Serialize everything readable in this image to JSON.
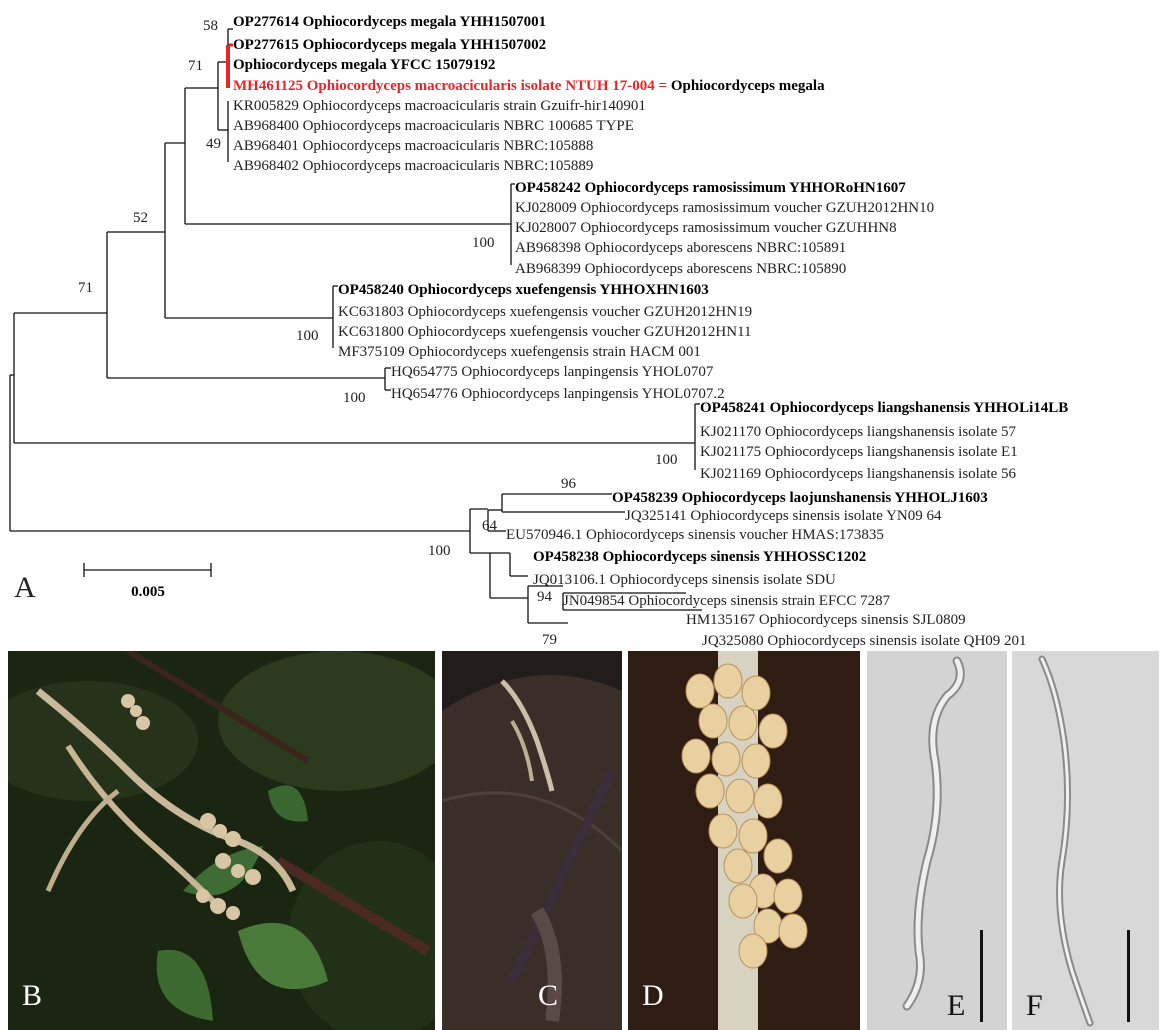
{
  "tree": {
    "panel_label": "A",
    "scale_label": "0.005",
    "leaves": [
      {
        "id": "OP277614",
        "text": "OP277614 Ophiocordyceps megala YHH1507001",
        "style": "bold"
      },
      {
        "id": "OP277615",
        "text": "OP277615 Ophiocordyceps megala YHH1507002",
        "style": "bold"
      },
      {
        "id": "YFCC15079192",
        "text": "Ophiocordyceps megala YFCC 15079192",
        "style": "bold"
      },
      {
        "id": "MH461125",
        "text": "MH461125 Ophiocordyceps macroacicularis isolate NTUH 17-004 =",
        "style": "red",
        "suffix": "Ophiocordyceps megala"
      },
      {
        "id": "KR005829",
        "text": "KR005829 Ophiocordyceps macroacicularis strain Gzuifr-hir140901",
        "style": "normal"
      },
      {
        "id": "AB968400",
        "text": "AB968400 Ophiocordyceps macroacicularis NBRC 100685 TYPE",
        "style": "normal"
      },
      {
        "id": "AB968401",
        "text": "AB968401 Ophiocordyceps macroacicularis NBRC:105888",
        "style": "normal"
      },
      {
        "id": "AB968402",
        "text": "AB968402 Ophiocordyceps macroacicularis NBRC:105889",
        "style": "normal"
      },
      {
        "id": "OP458242",
        "text": "OP458242 Ophiocordyceps ramosissimum YHHORoHN1607",
        "style": "bold"
      },
      {
        "id": "KJ028009",
        "text": "KJ028009 Ophiocordyceps ramosissimum voucher GZUH2012HN10",
        "style": "normal"
      },
      {
        "id": "KJ028007",
        "text": "KJ028007 Ophiocordyceps ramosissimum voucher GZUHHN8",
        "style": "normal"
      },
      {
        "id": "AB968398",
        "text": "AB968398 Ophiocordyceps aborescens NBRC:105891",
        "style": "normal"
      },
      {
        "id": "AB968399",
        "text": "AB968399 Ophiocordyceps aborescens NBRC:105890",
        "style": "normal"
      },
      {
        "id": "OP458240",
        "text": "OP458240 Ophiocordyceps xuefengensis YHHOXHN1603",
        "style": "bold"
      },
      {
        "id": "KC631803",
        "text": "KC631803 Ophiocordyceps xuefengensis voucher GZUH2012HN19",
        "style": "normal"
      },
      {
        "id": "KC631800",
        "text": "KC631800 Ophiocordyceps xuefengensis voucher GZUH2012HN11",
        "style": "normal"
      },
      {
        "id": "MF375109",
        "text": "MF375109 Ophiocordyceps xuefengensis strain HACM 001",
        "style": "normal"
      },
      {
        "id": "HQ654775",
        "text": "HQ654775 Ophiocordyceps lanpingensis YHOL0707",
        "style": "normal"
      },
      {
        "id": "HQ654776",
        "text": "HQ654776 Ophiocordyceps lanpingensis YHOL0707.2",
        "style": "normal"
      },
      {
        "id": "OP458241",
        "text": "OP458241 Ophiocordyceps liangshanensis YHHOLi14LB",
        "style": "bold"
      },
      {
        "id": "KJ021170",
        "text": "KJ021170 Ophiocordyceps liangshanensis isolate 57",
        "style": "normal"
      },
      {
        "id": "KJ021175",
        "text": "KJ021175 Ophiocordyceps liangshanensis isolate E1",
        "style": "normal"
      },
      {
        "id": "KJ021169",
        "text": "KJ021169 Ophiocordyceps liangshanensis isolate 56",
        "style": "normal"
      },
      {
        "id": "OP458239",
        "text": "OP458239 Ophiocordyceps laojunshanensis YHHOLJ1603",
        "style": "bold"
      },
      {
        "id": "JQ325141",
        "text": "JQ325141 Ophiocordyceps sinensis isolate YN09 64",
        "style": "normal"
      },
      {
        "id": "EU570946",
        "text": "EU570946.1 Ophiocordyceps sinensis voucher HMAS:173835",
        "style": "normal"
      },
      {
        "id": "OP458238",
        "text": "OP458238 Ophiocordyceps sinensis YHHOSSC1202",
        "style": "bold"
      },
      {
        "id": "JQ013106",
        "text": "JQ013106.1 Ophiocordyceps sinensis isolate SDU",
        "style": "normal"
      },
      {
        "id": "JN049854",
        "text": "JN049854 Ophiocordyceps sinensis strain EFCC 7287",
        "style": "normal"
      },
      {
        "id": "HM135167",
        "text": "HM135167 Ophiocordyceps sinensis SJL0809",
        "style": "normal"
      },
      {
        "id": "JQ325080",
        "text": "JQ325080 Ophiocordyceps sinensis isolate QH09 201",
        "style": "normal"
      }
    ],
    "supports": [
      {
        "id": "s58",
        "value": "58"
      },
      {
        "id": "s71a",
        "value": "71"
      },
      {
        "id": "s49",
        "value": "49"
      },
      {
        "id": "s52",
        "value": "52"
      },
      {
        "id": "s100ram",
        "value": "100"
      },
      {
        "id": "s71b",
        "value": "71"
      },
      {
        "id": "s100xue",
        "value": "100"
      },
      {
        "id": "s100lan",
        "value": "100"
      },
      {
        "id": "s100lia",
        "value": "100"
      },
      {
        "id": "s96",
        "value": "96"
      },
      {
        "id": "s64",
        "value": "64"
      },
      {
        "id": "s100sin",
        "value": "100"
      },
      {
        "id": "s94",
        "value": "94"
      },
      {
        "id": "s79",
        "value": "79"
      }
    ]
  },
  "photos": [
    {
      "label": "B"
    },
    {
      "label": "C"
    },
    {
      "label": "D"
    },
    {
      "label": "E"
    },
    {
      "label": "F"
    }
  ],
  "colors": {
    "highlight": "#e8262a",
    "photo_b_bg": "#1d2a14",
    "photo_c_bg": "#2a2420",
    "photo_d_bg": "#2a1a14",
    "micro_bg": "#cfcfcf"
  }
}
